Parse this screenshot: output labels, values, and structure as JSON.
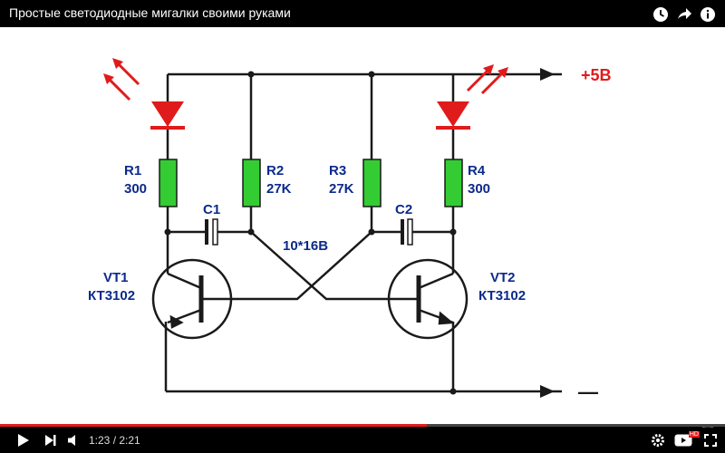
{
  "window": {
    "title": "Простые светодиодные мигалки своими руками"
  },
  "top_icons": [
    "clock-icon",
    "share-icon",
    "info-icon"
  ],
  "colors": {
    "wire": "#1a1a1a",
    "led": "#e01b1b",
    "resistor": "#33cc33",
    "label": "#0c2a8c",
    "supply_label": "#e01b1b",
    "progress": "#e31b1b"
  },
  "diagram": {
    "supply_label": "+5В",
    "ground_label": "—",
    "r1_name": "R1",
    "r1_value": "300",
    "r2_name": "R2",
    "r2_value": "27K",
    "r3_name": "R3",
    "r3_value": "27K",
    "r4_name": "R4",
    "r4_value": "300",
    "c1_name": "C1",
    "c2_name": "C2",
    "capacitor_value": "10*16В",
    "vt1_name": "VT1",
    "vt1_model": "КТ3102",
    "vt2_name": "VT2",
    "vt2_model": "КТ3102"
  },
  "player": {
    "current_time": "1:23",
    "duration": "2:21",
    "time_display": "1:23 / 2:21",
    "progress_fraction": 0.589,
    "hd_badge": "HD",
    "control_icons": [
      "play-icon",
      "next-icon",
      "volume-icon",
      "settings-icon",
      "youtube-icon",
      "fullscreen-icon"
    ]
  }
}
